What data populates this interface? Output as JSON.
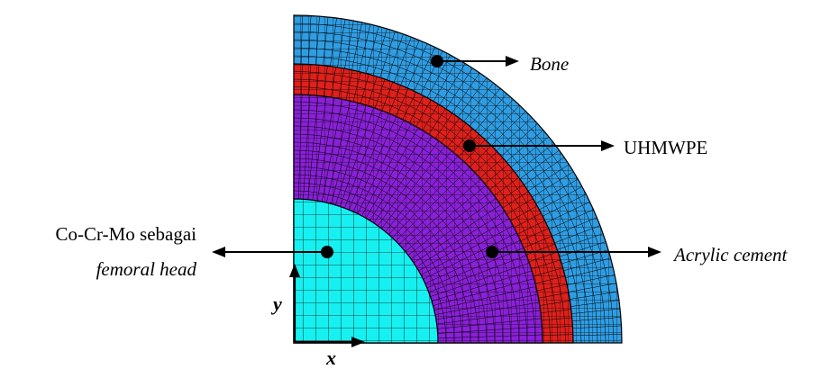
{
  "labels": {
    "bone": "Bone",
    "uhmwpe": "UHMWPE",
    "acrylic": "Acrylic cement",
    "head_line1": "Co-Cr-Mo sebagai",
    "head_line2": "femoral head",
    "axis_x": "x",
    "axis_y": "y"
  },
  "layers": [
    {
      "key": "bone",
      "color": "#2f9de3"
    },
    {
      "key": "uhmwpe",
      "color": "#e0201b"
    },
    {
      "key": "acrylic",
      "color": "#8a20d8"
    },
    {
      "key": "head",
      "color": "#17f0f0"
    }
  ]
}
